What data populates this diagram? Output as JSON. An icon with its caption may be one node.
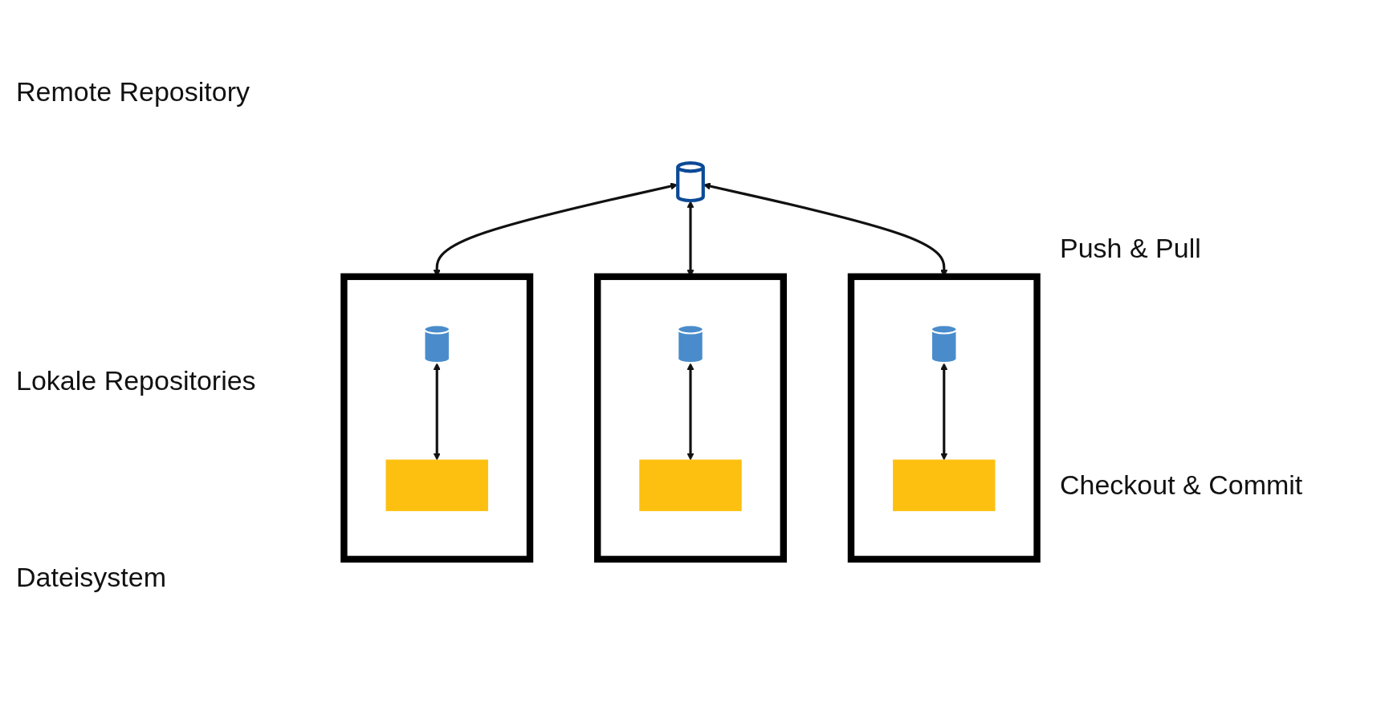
{
  "diagram": {
    "nodes": [
      {
        "text": [],
        "shape": "cylinder"
      },
      {
        "text": [],
        "shape": "box"
      },
      {
        "text": [],
        "shape": "cylinder",
        "in": 1
      },
      {
        "text": [],
        "shape": "folder",
        "in": 1
      },
      {
        "text": [],
        "shape": "box"
      },
      {
        "text": [],
        "shape": "cylinder",
        "in": 4
      },
      {
        "text": [],
        "shape": "folder",
        "in": 4
      },
      {
        "text": [],
        "shape": "box"
      },
      {
        "text": [],
        "shape": "cylinder",
        "in": 7
      },
      {
        "text": [],
        "shape": "folder",
        "in": 7
      }
    ],
    "edges": [
      {
        "from": 0,
        "to": 1,
        "arrow": "both"
      },
      {
        "from": 0,
        "to": 4,
        "arrow": "both"
      },
      {
        "from": 0,
        "to": 7,
        "arrow": "both"
      },
      {
        "from": 2,
        "to": 3,
        "arrow": "both"
      },
      {
        "from": 5,
        "to": 6,
        "arrow": "both"
      },
      {
        "from": 8,
        "to": 9,
        "arrow": "both"
      }
    ],
    "labels": [
      "Remote Repository",
      "Push & Pull",
      "Lokale Repositories",
      "Checkout & Commit",
      "Dateisystem"
    ]
  }
}
